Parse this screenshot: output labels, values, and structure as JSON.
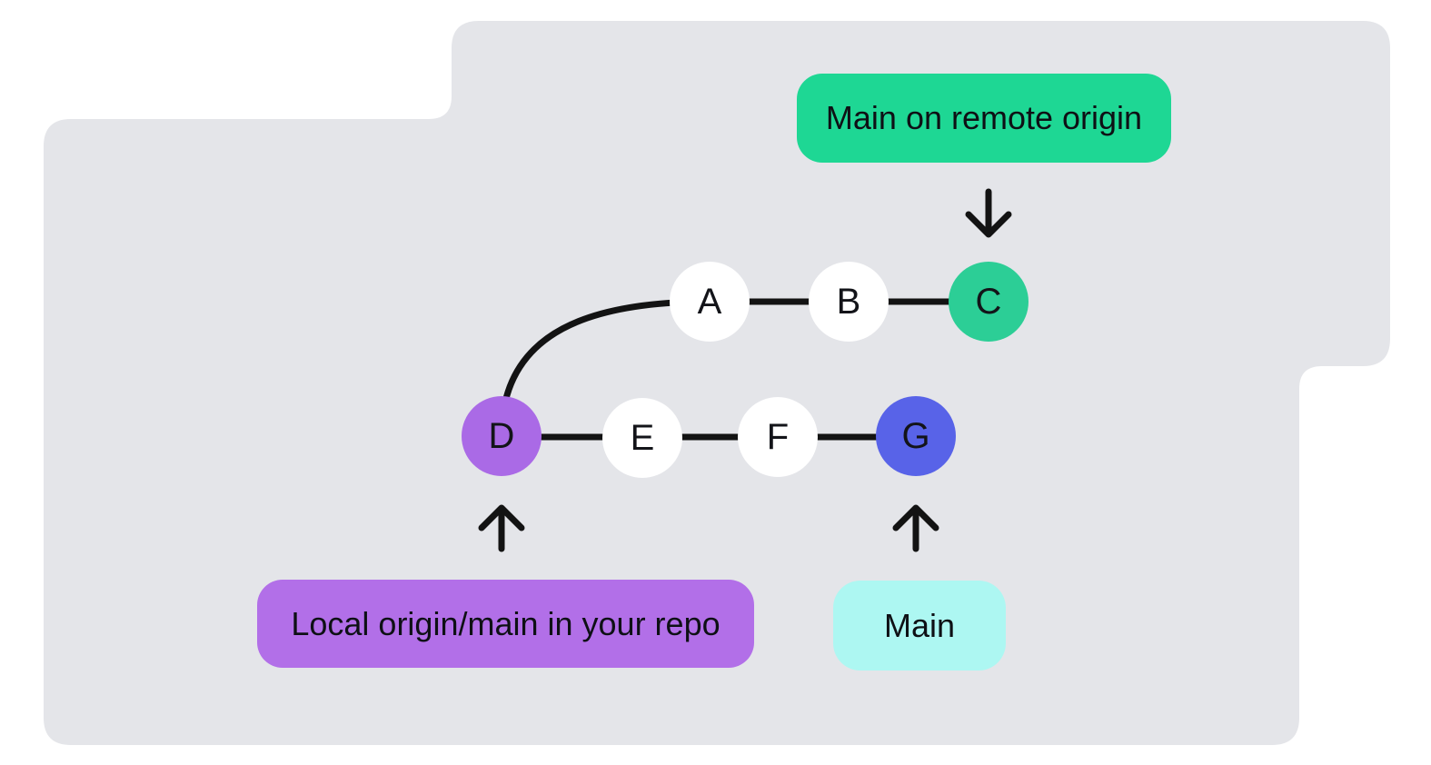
{
  "colors": {
    "page_bg": "#ffffff",
    "canvas_bg": "#e4e5e9",
    "line": "#131313",
    "text": "#0e1015",
    "remote_label_bg": "#1ed794",
    "local_label_bg": "#b26fe8",
    "main_label_bg": "#adf7f2",
    "node_default_bg": "#ffffff",
    "node_c_bg": "#2cce96",
    "node_d_bg": "#aa6ae6",
    "node_g_bg": "#5863e8"
  },
  "labels": {
    "remote_origin": "Main on remote origin",
    "local_origin": "Local origin/main in your repo",
    "main_branch": "Main"
  },
  "nodes": [
    {
      "id": "A",
      "label": "A",
      "bg": "#ffffff"
    },
    {
      "id": "B",
      "label": "B",
      "bg": "#ffffff"
    },
    {
      "id": "C",
      "label": "C",
      "bg": "#2cce96"
    },
    {
      "id": "D",
      "label": "D",
      "bg": "#aa6ae6"
    },
    {
      "id": "E",
      "label": "E",
      "bg": "#ffffff"
    },
    {
      "id": "F",
      "label": "F",
      "bg": "#ffffff"
    },
    {
      "id": "G",
      "label": "G",
      "bg": "#5863e8"
    }
  ],
  "arrows": [
    {
      "name": "arrow-down",
      "points_to": "C"
    },
    {
      "name": "arrow-up",
      "points_to": "D"
    },
    {
      "name": "arrow-up",
      "points_to": "G"
    }
  ]
}
